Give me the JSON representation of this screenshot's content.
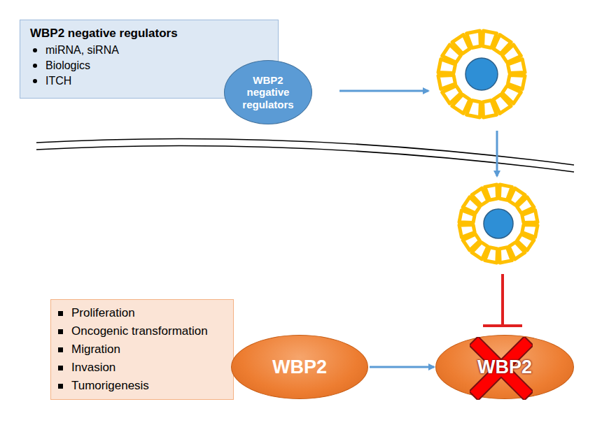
{
  "diagram": {
    "nodes": [
      {
        "text": [
          "WBP2 negative regulators",
          "miRNA, siRNA",
          "Biologics",
          "ITCH"
        ]
      },
      {
        "text": [
          "WBP2 negative regulators"
        ]
      },
      {
        "text": [
          "Proliferation",
          "Oncogenic transformation",
          "Migration",
          "Invasion",
          "Tumorigenesis"
        ]
      },
      {
        "text": [
          "WBP2"
        ]
      },
      {
        "text": [
          "WBP2"
        ]
      }
    ],
    "edges": [
      {
        "from": 3,
        "to": 4,
        "arrow": "to"
      }
    ]
  }
}
